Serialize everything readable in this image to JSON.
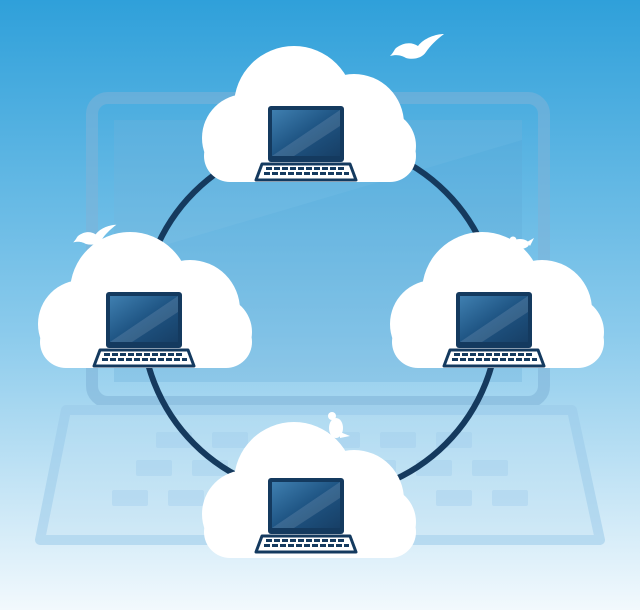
{
  "scene": {
    "description_tags": [
      "cloud-network",
      "laptops",
      "birds"
    ],
    "palette": {
      "sky_top": "#3aa6dc",
      "sky_bottom": "#eaf5fc",
      "bg_laptop_frame": "#7fb6dc",
      "bg_laptop_screen": "#6aaad6",
      "ring": "#153a5e",
      "cloud": "#ffffff",
      "laptop_dark": "#143a5f",
      "laptop_screen_light": "#2b6a9a",
      "bird": "#ffffff"
    },
    "clouds": [
      "top",
      "left",
      "right",
      "bottom"
    ],
    "birds": [
      "top-right-bird",
      "left-bird",
      "right-cloud-bird",
      "bottom-cloud-bird"
    ]
  }
}
